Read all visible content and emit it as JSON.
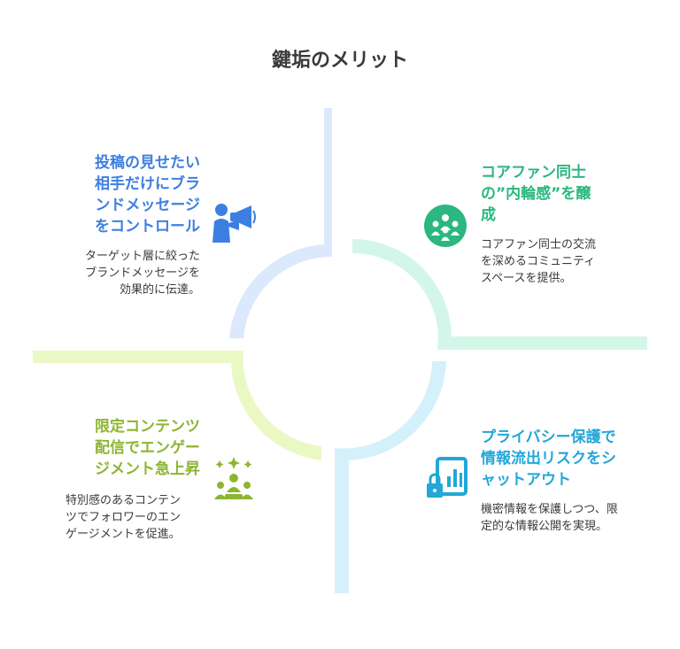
{
  "title": "鍵垢のメリット",
  "colors": {
    "blue": "#3d7fe0",
    "green": "#2bb77e",
    "lime": "#8db532",
    "cyan": "#22a7d8",
    "blue_light": "#dce8fb",
    "green_light": "#d3f6e8",
    "lime_light": "#eaf8c4",
    "cyan_light": "#d4f0fb"
  },
  "quadrants": {
    "top_left": {
      "heading_lines": [
        "投稿の見せたい",
        "相手だけにブラ",
        "ンドメッセージ",
        "をコントロール"
      ],
      "desc_lines": [
        "ターゲット層に絞った",
        "ブランドメッセージを",
        "効果的に伝達。"
      ],
      "icon": "megaphone-person-icon"
    },
    "top_right": {
      "heading_lines": [
        "コアファン同士",
        "の”内輪感”を醸",
        "成"
      ],
      "desc_lines": [
        "コアファン同士の交流",
        "を深めるコミュニティ",
        "スペースを提供。"
      ],
      "icon": "community-group-icon"
    },
    "bottom_left": {
      "heading_lines": [
        "限定コンテンツ",
        "配信でエンゲー",
        "ジメント急上昇"
      ],
      "desc_lines": [
        "特別感のあるコンテン",
        "ツでフォロワーのエン",
        "ゲージメントを促進。"
      ],
      "icon": "sparkle-audience-icon"
    },
    "bottom_right": {
      "heading_lines": [
        "プライバシー保護で",
        "情報流出リスクをシ",
        "ャットアウト"
      ],
      "desc_lines": [
        "機密情報を保護しつつ、限",
        "定的な情報公開を実現。"
      ],
      "icon": "locked-document-icon"
    }
  }
}
